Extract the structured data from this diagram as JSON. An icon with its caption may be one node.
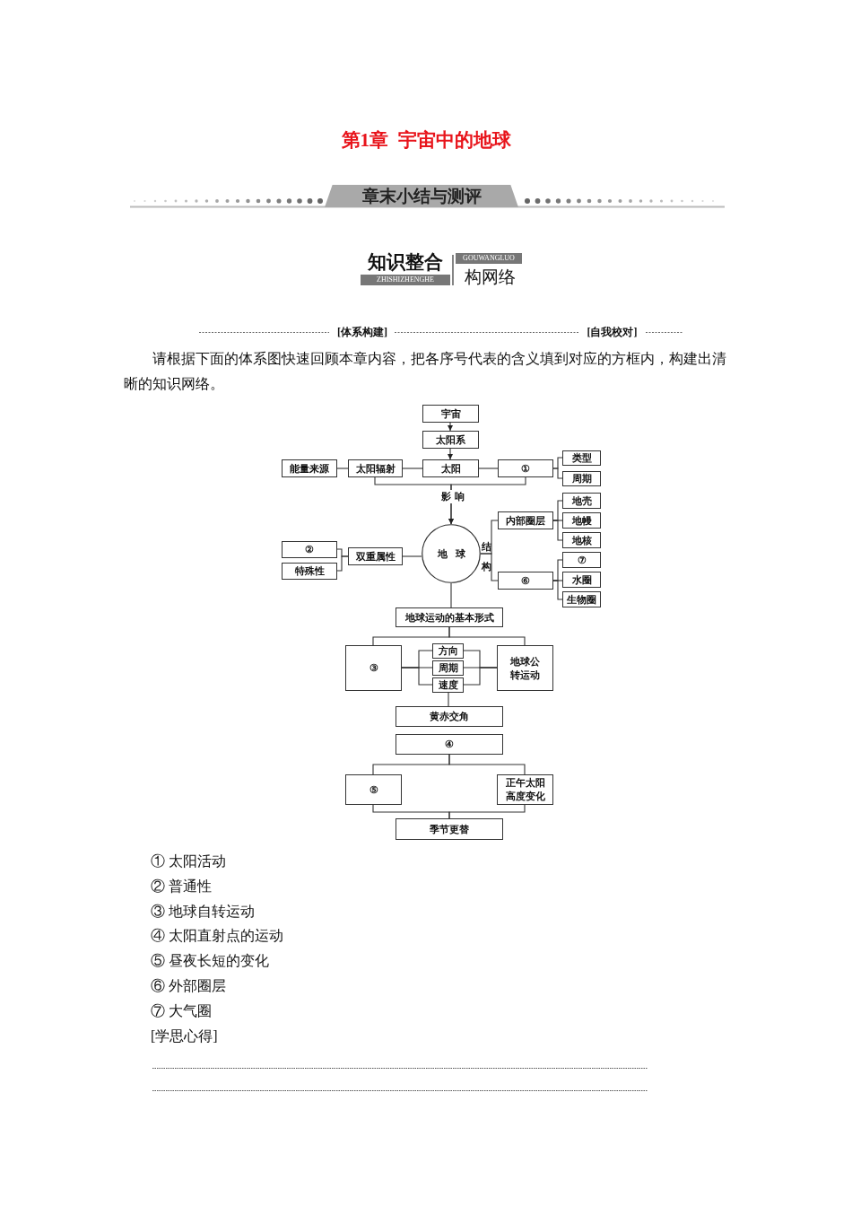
{
  "diagram": {
    "title": "第1章  宇宙中的地球",
    "nodes": [
      {
        "text": [
          "宇宙"
        ]
      },
      {
        "text": [
          "太阳系"
        ]
      },
      {
        "text": [
          "太阳"
        ]
      },
      {
        "text": [
          "太阳辐射"
        ]
      },
      {
        "text": [
          "能量来源"
        ]
      },
      {
        "text": [
          "①"
        ]
      },
      {
        "text": [
          "类型"
        ]
      },
      {
        "text": [
          "周期"
        ]
      },
      {
        "text": [
          "地球"
        ]
      },
      {
        "text": [
          "内部圈层"
        ]
      },
      {
        "text": [
          "地壳"
        ]
      },
      {
        "text": [
          "地幔"
        ]
      },
      {
        "text": [
          "地核"
        ]
      },
      {
        "text": [
          "双重属性"
        ]
      },
      {
        "text": [
          "②"
        ]
      },
      {
        "text": [
          "特殊性"
        ]
      },
      {
        "text": [
          "⑥"
        ]
      },
      {
        "text": [
          "⑦"
        ]
      },
      {
        "text": [
          "水圈"
        ]
      },
      {
        "text": [
          "生物圈"
        ]
      },
      {
        "text": [
          "地球运动的基本形式"
        ]
      },
      {
        "text": [
          "③"
        ]
      },
      {
        "text": [
          "方向"
        ]
      },
      {
        "text": [
          "周期"
        ]
      },
      {
        "text": [
          "速度"
        ]
      },
      {
        "text": [
          "地球公转运动"
        ]
      },
      {
        "text": [
          "黄赤交角"
        ]
      },
      {
        "text": [
          "④"
        ]
      },
      {
        "text": [
          "⑤"
        ]
      },
      {
        "text": [
          "正午太阳高度变化"
        ]
      },
      {
        "text": [
          "季节更替"
        ]
      }
    ],
    "edges": [
      {
        "from": 0,
        "to": 1,
        "arrow": "to"
      },
      {
        "from": 1,
        "to": 2,
        "arrow": "to"
      },
      {
        "from": 2,
        "to": 3,
        "arrow": "none"
      },
      {
        "from": 3,
        "to": 4,
        "arrow": "none"
      },
      {
        "from": 2,
        "to": 5,
        "arrow": "none"
      },
      {
        "from": 5,
        "to": 6,
        "arrow": "none"
      },
      {
        "from": 5,
        "to": 7,
        "arrow": "none"
      },
      {
        "from": 3,
        "to": 8,
        "arrow": "to",
        "label": "影响"
      },
      {
        "from": 5,
        "to": 8,
        "arrow": "to"
      },
      {
        "from": 8,
        "to": 9,
        "arrow": "none",
        "label": "结构"
      },
      {
        "from": 8,
        "to": 16,
        "arrow": "none"
      },
      {
        "from": 9,
        "to": 10,
        "arrow": "none"
      },
      {
        "from": 9,
        "to": 11,
        "arrow": "none"
      },
      {
        "from": 9,
        "to": 12,
        "arrow": "none"
      },
      {
        "from": 16,
        "to": 17,
        "arrow": "none"
      },
      {
        "from": 16,
        "to": 18,
        "arrow": "none"
      },
      {
        "from": 16,
        "to": 19,
        "arrow": "none"
      },
      {
        "from": 8,
        "to": 13,
        "arrow": "none"
      },
      {
        "from": 13,
        "to": 14,
        "arrow": "none"
      },
      {
        "from": 13,
        "to": 15,
        "arrow": "none"
      },
      {
        "from": 8,
        "to": 20,
        "arrow": "none"
      },
      {
        "from": 20,
        "to": 21,
        "arrow": "none"
      },
      {
        "from": 20,
        "to": 25,
        "arrow": "none"
      },
      {
        "from": 21,
        "to": 22,
        "arrow": "none"
      },
      {
        "from": 21,
        "to": 23,
        "arrow": "none"
      },
      {
        "from": 21,
        "to": 24,
        "arrow": "none"
      },
      {
        "from": 22,
        "to": 25,
        "arrow": "none"
      },
      {
        "from": 23,
        "to": 25,
        "arrow": "none"
      },
      {
        "from": 24,
        "to": 25,
        "arrow": "none"
      },
      {
        "from": 24,
        "to": 26,
        "arrow": "none"
      },
      {
        "from": 27,
        "to": 28,
        "arrow": "none"
      },
      {
        "from": 27,
        "to": 29,
        "arrow": "none"
      },
      {
        "from": 28,
        "to": 30,
        "arrow": "none"
      },
      {
        "from": 29,
        "to": 30,
        "arrow": "none"
      }
    ],
    "labels": [
      "章末小结与测评",
      "知识整合",
      "GOUWANGLUO",
      "ZHISHIZHENGHE",
      "构网络",
      "[体系构建]",
      "[自我校对]",
      "请根据下面的体系图快速回顾本章内容，把各序号代表的含义填到对应的方框内，构建出清晰的知识网络。",
      "① 太阳活动",
      "② 普通性",
      "③ 地球自转运动",
      "④ 太阳直射点的运动",
      "⑤ 昼夜长短的变化",
      "⑥ 外部圈层",
      "⑦ 大气圈",
      "[学思心得]"
    ]
  }
}
